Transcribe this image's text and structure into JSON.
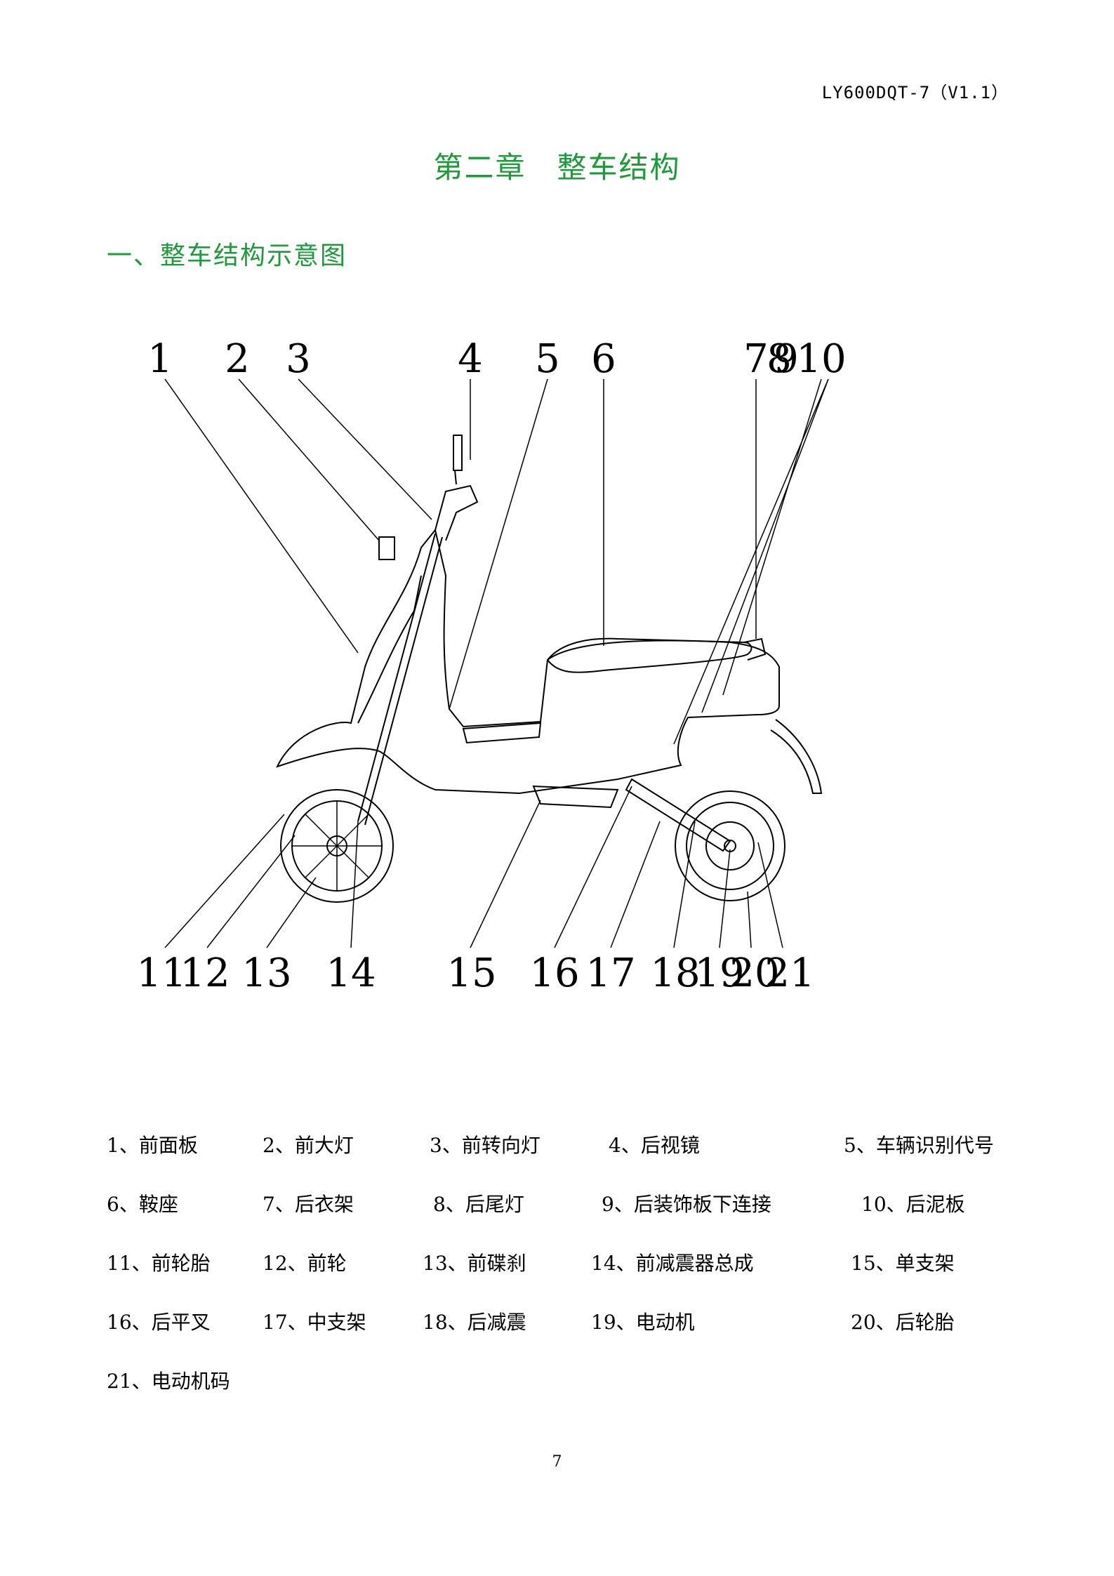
{
  "header": {
    "doc_code": "LY600DQT-7（V1.1）"
  },
  "chapter": {
    "title": "第二章　整车结构"
  },
  "section": {
    "title": "一、整车结构示意图"
  },
  "diagram": {
    "top_labels": [
      "1",
      "2",
      "3",
      "4",
      "5",
      "6",
      "7",
      "8",
      "9",
      "10"
    ],
    "bottom_labels": [
      "11",
      "12",
      "13",
      "14",
      "15",
      "16",
      "17",
      "18",
      "19",
      "20",
      "21"
    ]
  },
  "legend": {
    "rows": [
      [
        "1、前面板",
        "2、前大灯",
        "3、前转向灯",
        "4、后视镜",
        "5、车辆识别代号"
      ],
      [
        "6、鞍座",
        "7、后衣架",
        "8、后尾灯",
        "9、后装饰板下连接",
        "10、后泥板"
      ],
      [
        "11、前轮胎",
        "12、前轮",
        "13、前碟刹",
        "14、前减震器总成",
        "15、单支架"
      ],
      [
        "16、后平叉",
        "17、中支架",
        "18、后减震",
        "19、电动机",
        "20、后轮胎"
      ],
      [
        "21、电动机码"
      ]
    ]
  },
  "footer": {
    "page_number": "7"
  }
}
